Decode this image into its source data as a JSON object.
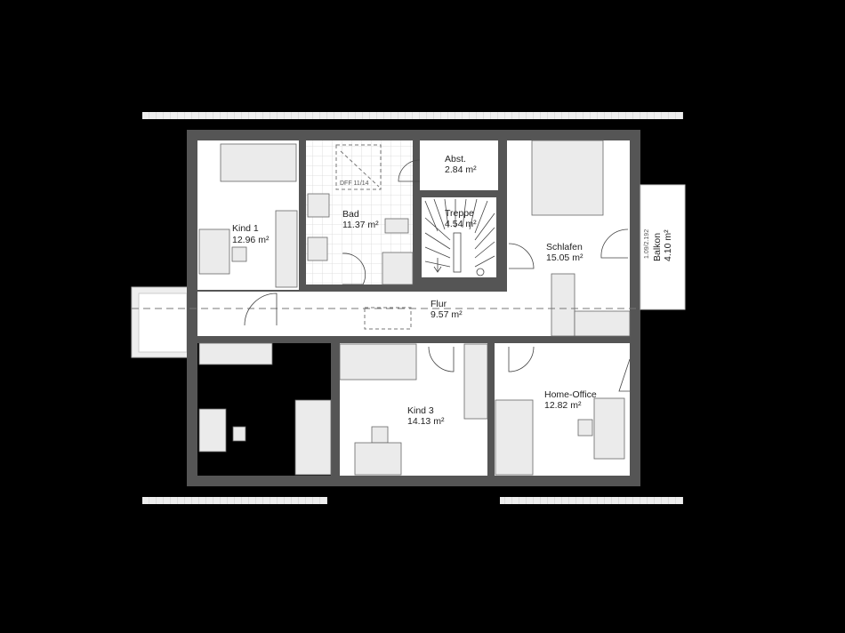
{
  "colors": {
    "background": "#000000",
    "wall": "#555555",
    "floor": "#ffffff",
    "furniture": "#ebebeb",
    "tile_line": "#d8d8d8"
  },
  "rooms": [
    {
      "name": "Kind 1",
      "area": "12.96 m²"
    },
    {
      "name": "Bad",
      "area": "11.37 m²"
    },
    {
      "name": "Abst.",
      "area": "2.84 m²"
    },
    {
      "name": "Treppe",
      "area": "4.54 m²"
    },
    {
      "name": "Schlafen",
      "area": "15.05 m²"
    },
    {
      "name": "Balkon",
      "area": "4.10 m²"
    },
    {
      "name": "Flur",
      "area": "9.57 m²"
    },
    {
      "name": "Kind 3",
      "area": "14.13 m²"
    },
    {
      "name": "Home-Office",
      "area": "12.82 m²"
    }
  ],
  "annotations": {
    "skylight": "DFF 11/14",
    "balcony_door": "1.09/2.192"
  }
}
